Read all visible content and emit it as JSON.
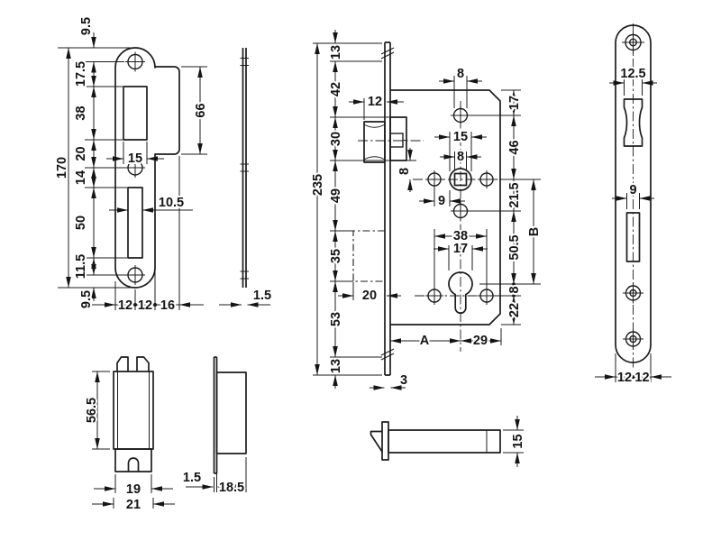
{
  "drawing": {
    "type": "technical-dimension-drawing",
    "subject": "mortise-lock-set",
    "colors": {
      "line": "#1c1c1c",
      "background": "#ffffff"
    }
  },
  "labels": {
    "strike_front": {
      "v9_5_top": "9.5",
      "v17_5": "17.5",
      "v38": "38",
      "v20": "20",
      "v15": "15",
      "v170": "170",
      "v14": "14",
      "v50": "50",
      "v10_5": "10.5",
      "v11_5": "11.5",
      "v9_5_bot": "9.5",
      "v12a": "12",
      "v12b": "12",
      "v16": "16",
      "v66": "66"
    },
    "strike_side": {
      "v1_5": "1.5"
    },
    "lock_body": {
      "v13_top": "13",
      "v42": "42",
      "v12": "12",
      "v30": "30",
      "v235": "235",
      "v49": "49",
      "v35": "35",
      "v20": "20",
      "v53": "53",
      "v13_bot": "13",
      "v3": "3",
      "v8_top": "8",
      "v15": "15",
      "v8_sq": "8",
      "v8_latch": "8",
      "v9": "9",
      "v38": "38",
      "v17_cyl": "17",
      "v17_r": "17",
      "v46": "46",
      "v21_5": "21.5",
      "v50_5": "50.5",
      "v8_r": "8",
      "v22": "22",
      "vB": "B",
      "vA": "A",
      "v29": "29"
    },
    "forend": {
      "v12_5": "12.5",
      "v9": "9",
      "v12a": "12",
      "v12b": "12"
    },
    "box_front": {
      "v56_5": "56.5",
      "v19": "19",
      "v21": "21"
    },
    "box_side": {
      "v1_5": "1.5",
      "v18_5": "18.5"
    },
    "latch_bolt": {
      "v15": "15"
    }
  }
}
